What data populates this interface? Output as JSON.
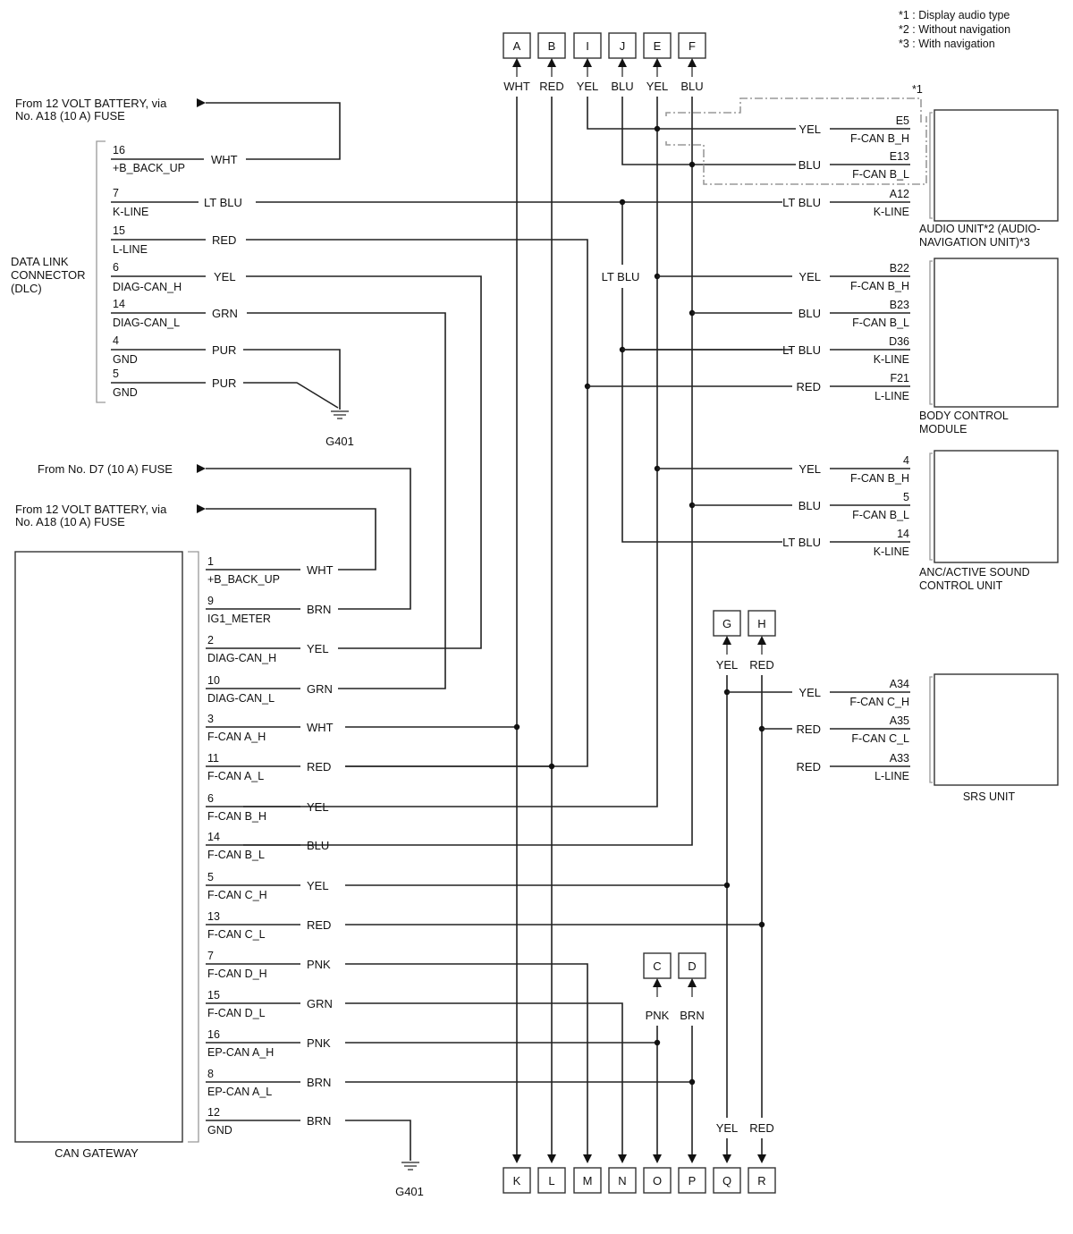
{
  "notes": {
    "n1": "*1 : Display audio type",
    "n2": "*2 : Without navigation",
    "n3": "*3 : With navigation",
    "star1": "*1"
  },
  "sources": {
    "battery_a": "From 12 VOLT BATTERY, via",
    "battery_a_fuse": "No. A18 (10 A) FUSE",
    "d7_fuse": "From No. D7 (10 A) FUSE",
    "battery_b": "From 12 VOLT BATTERY, via",
    "battery_b_fuse": "No. A18 (10 A) FUSE"
  },
  "dlc": {
    "name": [
      "DATA LINK",
      "CONNECTOR",
      "(DLC)"
    ],
    "ground": "G401",
    "pins": [
      {
        "pin": "16",
        "signal": "+B_BACK_UP",
        "wire": "WHT"
      },
      {
        "pin": "7",
        "signal": "K-LINE",
        "wire": "LT BLU"
      },
      {
        "pin": "15",
        "signal": "L-LINE",
        "wire": "RED"
      },
      {
        "pin": "6",
        "signal": "DIAG-CAN_H",
        "wire": "YEL"
      },
      {
        "pin": "14",
        "signal": "DIAG-CAN_L",
        "wire": "GRN"
      },
      {
        "pin": "4",
        "signal": "GND",
        "wire": "PUR"
      },
      {
        "pin": "5",
        "signal": "GND",
        "wire": "PUR"
      }
    ]
  },
  "gateway": {
    "name": "CAN GATEWAY",
    "ground": "G401",
    "pins": [
      {
        "pin": "1",
        "signal": "+B_BACK_UP",
        "wire": "WHT"
      },
      {
        "pin": "9",
        "signal": "IG1_METER",
        "wire": "BRN"
      },
      {
        "pin": "2",
        "signal": "DIAG-CAN_H",
        "wire": "YEL"
      },
      {
        "pin": "10",
        "signal": "DIAG-CAN_L",
        "wire": "GRN"
      },
      {
        "pin": "3",
        "signal": "F-CAN A_H",
        "wire": "WHT"
      },
      {
        "pin": "11",
        "signal": "F-CAN A_L",
        "wire": "RED"
      },
      {
        "pin": "6",
        "signal": "F-CAN B_H",
        "wire": "YEL"
      },
      {
        "pin": "14",
        "signal": "F-CAN B_L",
        "wire": "BLU"
      },
      {
        "pin": "5",
        "signal": "F-CAN C_H",
        "wire": "YEL"
      },
      {
        "pin": "13",
        "signal": "F-CAN C_L",
        "wire": "RED"
      },
      {
        "pin": "7",
        "signal": "F-CAN D_H",
        "wire": "PNK"
      },
      {
        "pin": "15",
        "signal": "F-CAN D_L",
        "wire": "GRN"
      },
      {
        "pin": "16",
        "signal": "EP-CAN A_H",
        "wire": "PNK"
      },
      {
        "pin": "8",
        "signal": "EP-CAN A_L",
        "wire": "BRN"
      },
      {
        "pin": "12",
        "signal": "GND",
        "wire": "BRN"
      }
    ]
  },
  "top_connectors": [
    {
      "id": "A",
      "wire": "WHT"
    },
    {
      "id": "B",
      "wire": "RED"
    },
    {
      "id": "I",
      "wire": "YEL"
    },
    {
      "id": "J",
      "wire": "BLU"
    },
    {
      "id": "E",
      "wire": "YEL"
    },
    {
      "id": "F",
      "wire": "BLU"
    }
  ],
  "mid_connectors": [
    {
      "id": "G",
      "wire": "YEL"
    },
    {
      "id": "H",
      "wire": "RED"
    },
    {
      "id": "C",
      "wire": "PNK"
    },
    {
      "id": "D",
      "wire": "BRN"
    }
  ],
  "bottom_connectors": [
    "K",
    "L",
    "M",
    "N",
    "O",
    "P",
    "Q",
    "R"
  ],
  "bottom_wire_labels": [
    "YEL",
    "RED"
  ],
  "center_label": "LT BLU",
  "audio_unit": {
    "name": [
      "AUDIO UNIT*2 (AUDIO-",
      "NAVIGATION UNIT)*3"
    ],
    "pins": [
      {
        "pin": "E5",
        "signal": "F-CAN B_H",
        "wire": "YEL"
      },
      {
        "pin": "E13",
        "signal": "F-CAN B_L",
        "wire": "BLU"
      },
      {
        "pin": "A12",
        "signal": "K-LINE",
        "wire": "LT BLU"
      }
    ]
  },
  "bcm": {
    "name": [
      "BODY CONTROL",
      "MODULE"
    ],
    "pins": [
      {
        "pin": "B22",
        "signal": "F-CAN B_H",
        "wire": "YEL"
      },
      {
        "pin": "B23",
        "signal": "F-CAN B_L",
        "wire": "BLU"
      },
      {
        "pin": "D36",
        "signal": "K-LINE",
        "wire": "LT BLU"
      },
      {
        "pin": "F21",
        "signal": "L-LINE",
        "wire": "RED"
      }
    ]
  },
  "anc": {
    "name": [
      "ANC/ACTIVE SOUND",
      "CONTROL UNIT"
    ],
    "pins": [
      {
        "pin": "4",
        "signal": "F-CAN B_H",
        "wire": "YEL"
      },
      {
        "pin": "5",
        "signal": "F-CAN B_L",
        "wire": "BLU"
      },
      {
        "pin": "14",
        "signal": "K-LINE",
        "wire": "LT BLU"
      }
    ]
  },
  "srs": {
    "name": "SRS UNIT",
    "pins": [
      {
        "pin": "A34",
        "signal": "F-CAN C_H",
        "wire": "YEL"
      },
      {
        "pin": "A35",
        "signal": "F-CAN C_L",
        "wire": "RED"
      },
      {
        "pin": "A33",
        "signal": "L-LINE",
        "wire": "RED"
      }
    ]
  }
}
